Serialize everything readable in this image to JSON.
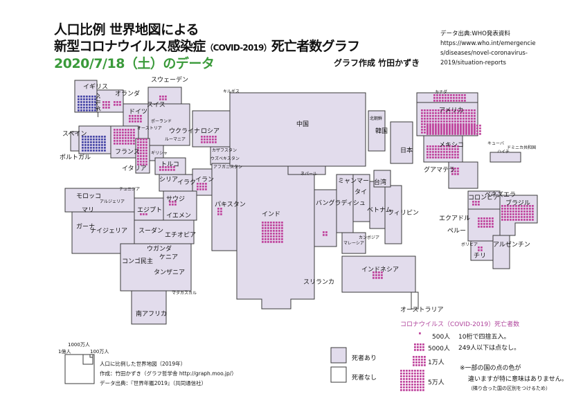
{
  "title": {
    "line1": "人口比例 世界地図による",
    "line2_main": "新型コロナウイルス感染症",
    "line2_paren": "（COVID-2019）",
    "line2_tail": "死亡者数グラフ",
    "line3": "2020/7/18（土）のデータ"
  },
  "author": "グラフ作成 竹田かずき",
  "source": [
    "データ出典:WHO発表資料",
    "https://www.who.int/emergencie",
    "s/diseases/novel-coronavirus-",
    "2019/situation-reports"
  ],
  "countries": {
    "uk": "イギリス",
    "netherlands": "オランダ",
    "belgium": "ベルギー",
    "sweden": "スウェーデン",
    "kyrgyz": "キルギス",
    "swiss": "スイス",
    "germany": "ドイツ",
    "poland": "ポーランド",
    "austria": "オーストリア",
    "ukraine": "ウクライナ",
    "romania": "ルーマニア",
    "spain": "スペイン",
    "portugal": "ポルトガル",
    "france": "フランス",
    "italy": "イタリア",
    "greece": "ギリシャ",
    "russia": "ロシア",
    "kazakhstan": "カザフスタン",
    "uzbekistan": "ウズベキスタン",
    "afghanistan": "アフガニスタン",
    "turkey": "トルコ",
    "syria": "シリア",
    "iraq": "イラク",
    "iran": "イラン",
    "saudi": "サウジ",
    "yemen": "イエメン",
    "tunisia": "チュニジア",
    "morocco": "モロッコ",
    "algeria": "アルジェリア",
    "mali": "マリ",
    "egypt": "エジプト",
    "ghana": "ガーナ",
    "nigeria": "ナイジェリア",
    "sudan": "スーダン",
    "ethiopia": "エチオピア",
    "uganda": "ウガンダ",
    "kenya": "ケニア",
    "congo": "コンゴ民主",
    "tanzania": "タンザニア",
    "madagascar": "マダガスカル",
    "south_africa": "南アフリカ",
    "pakistan": "パキスタン",
    "india": "インド",
    "nepal": "ネパール",
    "bangladesh": "バングラディシュ",
    "sri_lanka": "スリランカ",
    "myanmar": "ミャンマー",
    "thailand": "タイ",
    "vietnam": "ベトナム",
    "cambodia": "カンボジア",
    "malaysia": "マレーシア",
    "china": "中国",
    "north_korea": "北朝鮮",
    "south_korea": "韓国",
    "japan": "日本",
    "taiwan": "台湾",
    "philippines": "フィリピン",
    "indonesia": "インドネシア",
    "australia": "オーストラリア",
    "canada": "カナダ",
    "usa": "アメリカ",
    "mexico": "メキシコ",
    "cuba": "キューバ",
    "haiti": "ハイチ",
    "dominican": "ドミニカ共和国",
    "guatemala": "グアマテラ",
    "colombia": "コロンビア",
    "venezuela": "ベネズエラ",
    "ecuador": "エクアドル",
    "peru": "ペルー",
    "brazil": "ブラジル",
    "bolivia": "ボリビア",
    "chile": "チリ",
    "argentina": "アルゼンチン"
  },
  "legend": {
    "title": "コロナウイルス（COVID-2019）死亡者数",
    "items": [
      "500人",
      "5000人",
      "1万人",
      "5万人"
    ],
    "rounding_note_1": "10桁で四捨五入。",
    "rounding_note_2": "249人以下は点なし。",
    "deaths_yes": "死者あり",
    "deaths_no": "死者なし",
    "color_note_1": "※一部の国の点の色が",
    "color_note_2": "違いますが特に意味はありません。",
    "color_note_3": "（隣り合った国の区別をつけるため）"
  },
  "scale_legend": {
    "label_10m": "1000万人",
    "label_100m": "1億人",
    "label_1m": "100万人",
    "caption": "人口に比例した世界地図（2019年）",
    "credit": "作成：竹田かずき（グラフ哲学舎 http://graph.moo.jp/）",
    "data_source": "データ出典：『世界年鑑2019』（共同通信社）"
  },
  "colors": {
    "land_with_deaths": "#e2dcec",
    "land_border": "#3a3a3a",
    "dot_magenta": "#c0479e",
    "dot_blue": "#4a4aa8",
    "title_green": "#3a9a3a",
    "legend_title": "#b0459c"
  }
}
